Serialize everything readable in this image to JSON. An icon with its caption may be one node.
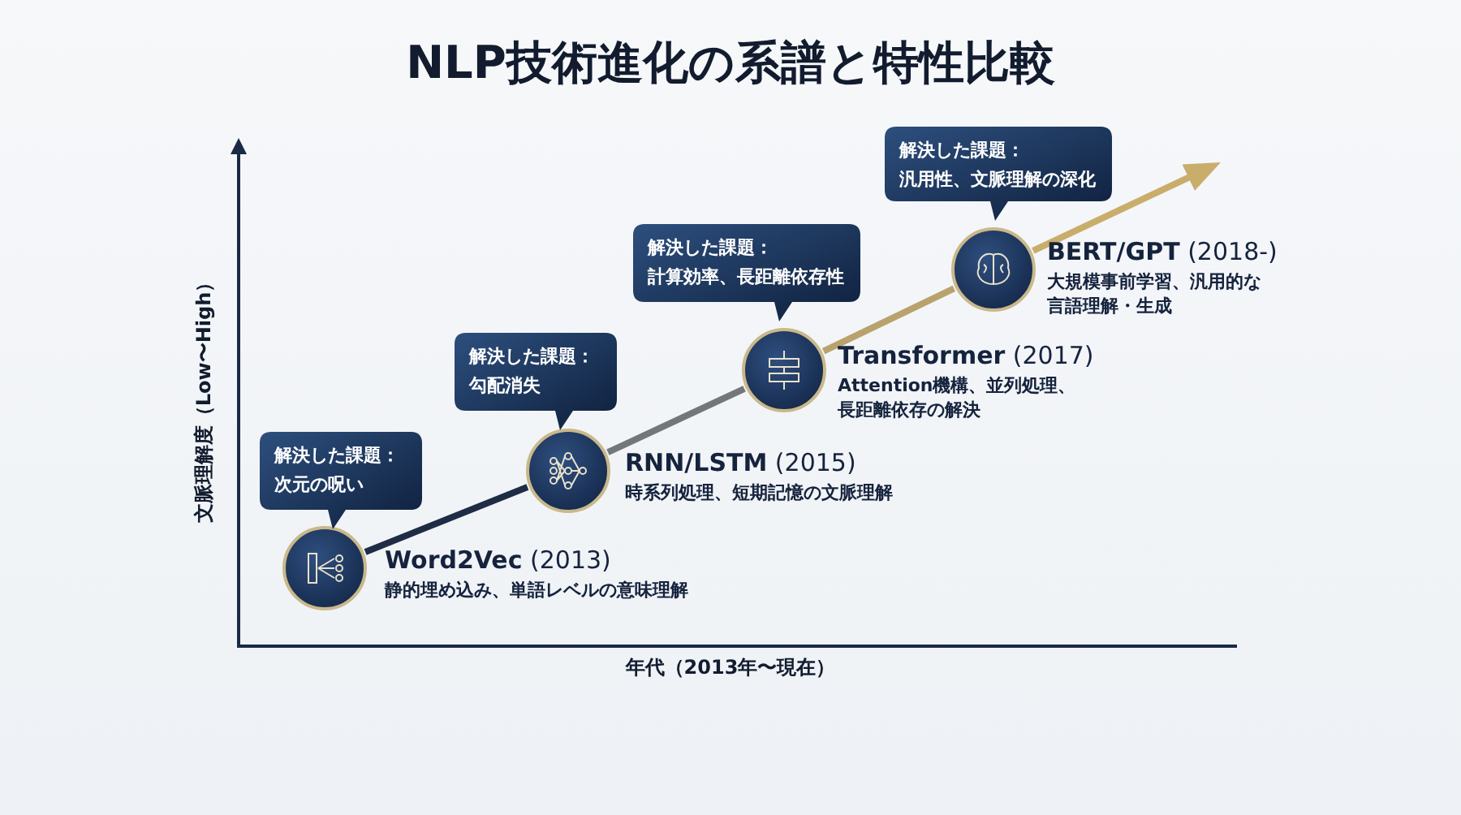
{
  "diagram": {
    "title": "NLP技術進化の系譜と特性比較",
    "nodes": [
      {
        "text": [],
        "shape": "circle",
        "beside": [
          "**Word2Vec** (2013)",
          "静的埋め込み、単語レベルの意味理解"
        ]
      },
      {
        "text": [],
        "shape": "circle",
        "beside": [
          "**RNN/LSTM** (2015)",
          "時系列処理、短期記憶の文脈理解"
        ]
      },
      {
        "text": [],
        "shape": "circle",
        "beside": [
          "**Transformer** (2017)",
          "Attention機構、並列処理、長距離依存の解決"
        ]
      },
      {
        "text": [],
        "shape": "circle",
        "beside": [
          "**BERT/GPT** (2018-)",
          "大規模事前学習、汎用的な言語理解・生成"
        ]
      },
      {
        "text": [
          "解決した課題：",
          "次元の呪い"
        ]
      },
      {
        "text": [
          "解決した課題：",
          "勾配消失"
        ]
      },
      {
        "text": [
          "解決した課題：",
          "計算効率、長距離依存性"
        ]
      },
      {
        "text": [
          "解決した課題：",
          "汎用性、文脈理解の深化"
        ]
      }
    ],
    "edges": [
      {
        "from": 0,
        "to": 1,
        "arrow": "none",
        "color": "#1e2c45"
      },
      {
        "from": 1,
        "to": 2,
        "arrow": "none",
        "color": "#74777a"
      },
      {
        "from": 2,
        "to": 3,
        "arrow": "none",
        "color": "#b9a26c"
      },
      {
        "from": 3,
        "to": null,
        "arrow": "to",
        "color": "#c9ad6b"
      }
    ],
    "labels": [
      "文脈理解度（Low〜High）",
      "年代（2013年〜現在）"
    ]
  }
}
